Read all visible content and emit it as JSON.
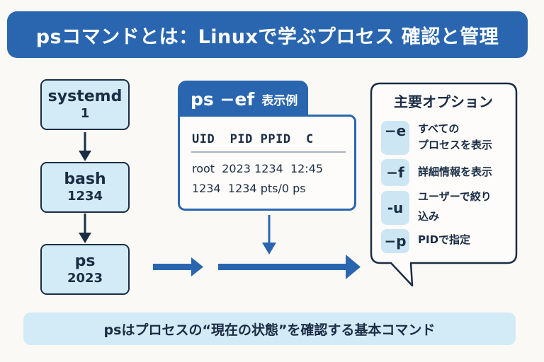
{
  "title": "psコマンドとは：Linuxで学ぶプロセス 確認と管理",
  "process_tree": [
    {
      "name": "systemd",
      "pid": "1"
    },
    {
      "name": "bash",
      "pid": "1234"
    },
    {
      "name": "ps",
      "pid": "2023"
    }
  ],
  "ps_example": {
    "command": "ps −ef",
    "label": "表示例",
    "header": "UID  PID PPID  C",
    "rows": [
      "root  2023 1234  12:45",
      "1234  1234 pts/0 ps"
    ]
  },
  "options_panel": {
    "title": "主要オプション",
    "options": [
      {
        "flag": "−e",
        "description_lines": [
          "すべての",
          "プロセスを表示"
        ]
      },
      {
        "flag": "−f",
        "description_lines": [
          "詳細情報を表示"
        ]
      },
      {
        "flag": "-u",
        "description_lines": [
          "ユーザーで絞り",
          "込み"
        ]
      },
      {
        "flag": "−p",
        "description_lines": [
          "PIDで指定"
        ]
      }
    ]
  },
  "summary": "psはプロセスの“現在の状態”を確認する基本コマンド",
  "colors": {
    "primary_blue": "#2a66b0",
    "dark_navy": "#1b2d45",
    "light_blue": "#d3ebf7",
    "background": "#fbf9f5"
  }
}
